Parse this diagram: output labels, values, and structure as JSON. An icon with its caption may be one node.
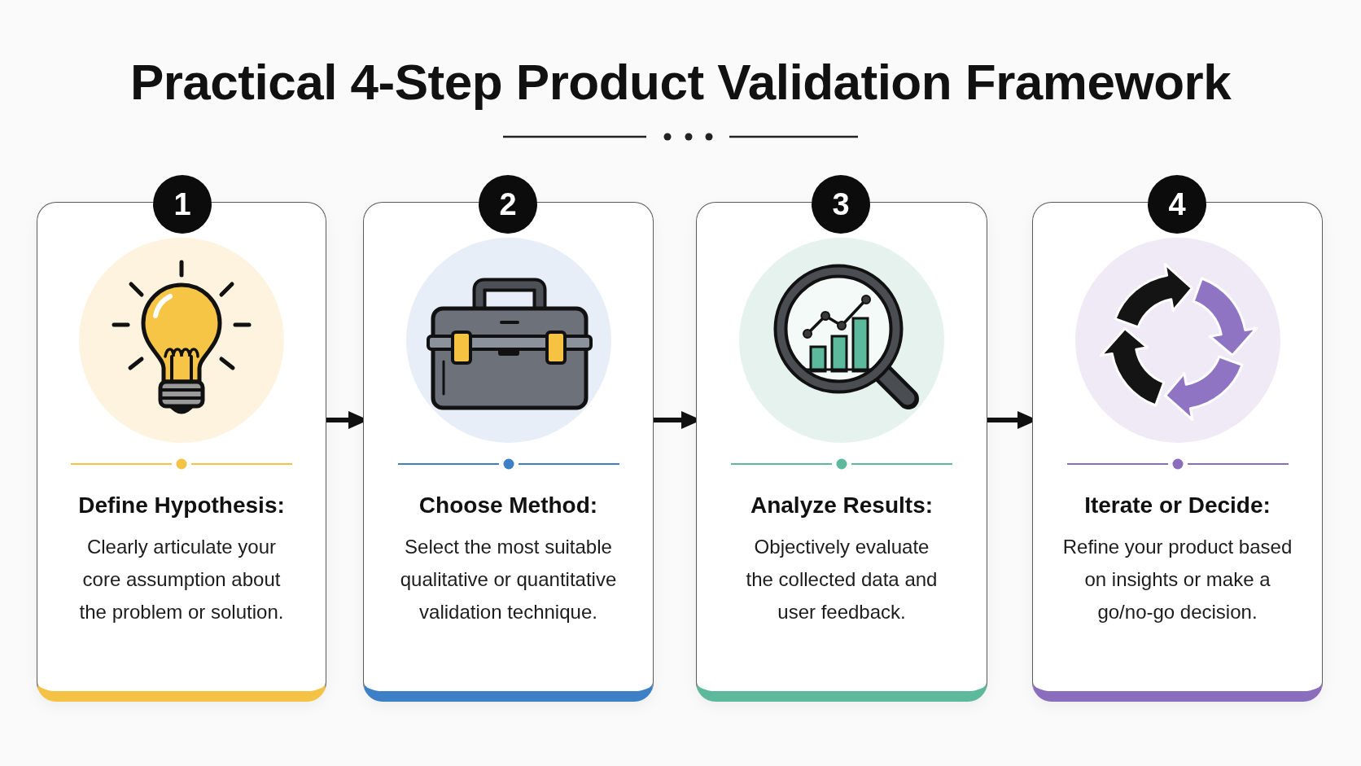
{
  "diagram": {
    "title": "Practical 4-Step Product Validation Framework",
    "nodes": [
      {
        "text": [
          "1"
        ]
      },
      {
        "text": [
          "Define Hypothesis:",
          "Clearly articulate your core assumption about the problem or solution."
        ]
      },
      {
        "text": [
          "2"
        ]
      },
      {
        "text": [
          "Choose Method:",
          "Select the most suitable qualitative or quantitative validation technique."
        ]
      },
      {
        "text": [
          "3"
        ]
      },
      {
        "text": [
          "Analyze Results:",
          "Objectively evaluate the collected data and user feedback."
        ]
      },
      {
        "text": [
          "4"
        ]
      },
      {
        "text": [
          "Iterate or Decide:",
          "Refine your product based on insights or make a go/no-go decision."
        ]
      }
    ],
    "edges": [
      {
        "from": 1,
        "to": 3,
        "arrow": "to"
      },
      {
        "from": 3,
        "to": 5,
        "arrow": "to"
      },
      {
        "from": 5,
        "to": 7,
        "arrow": "to"
      }
    ]
  }
}
